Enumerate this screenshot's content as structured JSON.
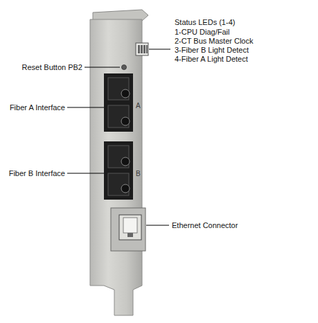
{
  "diagram": {
    "labels": [
      "Status LEDs (1-4)",
      "1-CPU Diag/Fail",
      "2-CT Bus Master Clock",
      "3-Fiber B Light Detect",
      "4-Fiber A Light Detect",
      "Reset Button PB2",
      "Fiber A Interface",
      "A",
      "Fiber B Interface",
      "B",
      "Ethernet Connector"
    ]
  }
}
